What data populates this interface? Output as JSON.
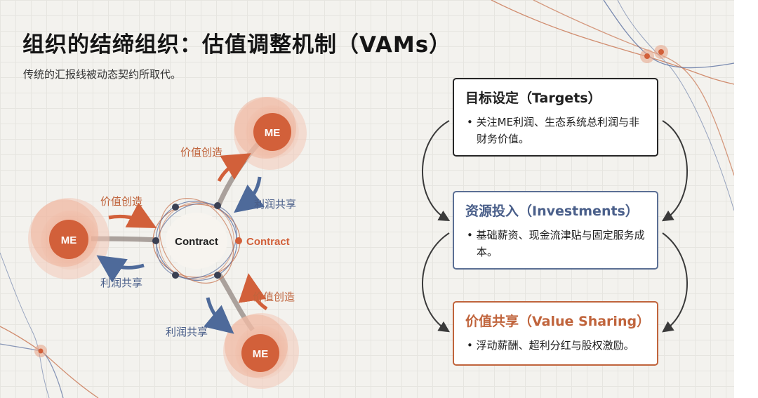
{
  "title": "组织的结缔组织：估值调整机制（VAMs）",
  "subtitle": "传统的汇报线被动态契约所取代。",
  "diagram": {
    "me_label": "ME",
    "contract_label": "Contract",
    "value_creation": "价值创造",
    "profit_sharing": "利润共享"
  },
  "stages": [
    {
      "title": "目标设定（Targets）",
      "bullet": "关注ME利润、生态系统总利润与非财务价值。"
    },
    {
      "title": "资源投入（Investments）",
      "bullet": "基础薪资、现金流津贴与固定服务成本。"
    },
    {
      "title": "价值共享（Value Sharing）",
      "bullet": "浮动薪酬、超利分红与股权激励。"
    }
  ],
  "colors": {
    "orange": "#d2603a",
    "blue": "#4e6a9a",
    "dark": "#262626"
  }
}
